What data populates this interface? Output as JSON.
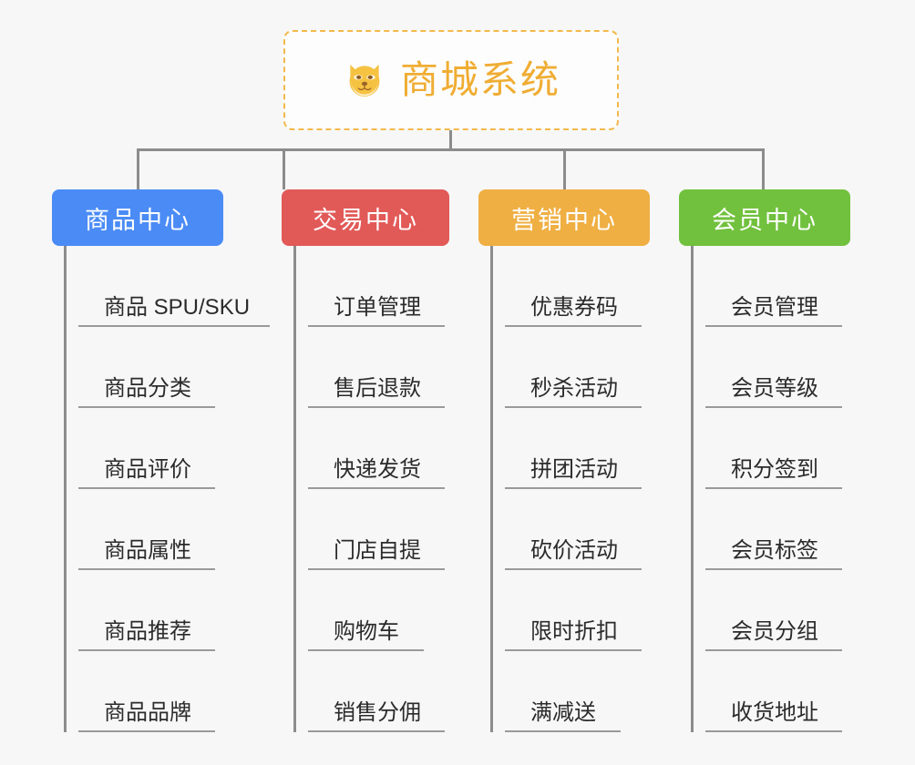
{
  "diagram": {
    "type": "org-tree",
    "background_color": "#f7f7f7",
    "connector_color": "#8c8c8c",
    "root": {
      "title": "商城系统",
      "icon": "shiba-dog-icon",
      "text_color": "#f0ad33",
      "border_color": "#f3b94c",
      "border_style": "dashed",
      "background_color": "#fdfdfd"
    },
    "branches": [
      {
        "title": "商品中心",
        "color": "#4a8bf5",
        "text_color": "#ffffff",
        "items": [
          "商品 SPU/SKU",
          "商品分类",
          "商品评价",
          "商品属性",
          "商品推荐",
          "商品品牌"
        ]
      },
      {
        "title": "交易中心",
        "color": "#e25a58",
        "text_color": "#ffffff",
        "items": [
          "订单管理",
          "售后退款",
          "快递发货",
          "门店自提",
          "购物车",
          "销售分佣"
        ]
      },
      {
        "title": "营销中心",
        "color": "#efaf42",
        "text_color": "#ffffff",
        "items": [
          "优惠券码",
          "秒杀活动",
          "拼团活动",
          "砍价活动",
          "限时折扣",
          "满减送"
        ]
      },
      {
        "title": "会员中心",
        "color": "#72c13e",
        "text_color": "#ffffff",
        "items": [
          "会员管理",
          "会员等级",
          "积分签到",
          "会员标签",
          "会员分组",
          "收货地址"
        ]
      }
    ]
  }
}
